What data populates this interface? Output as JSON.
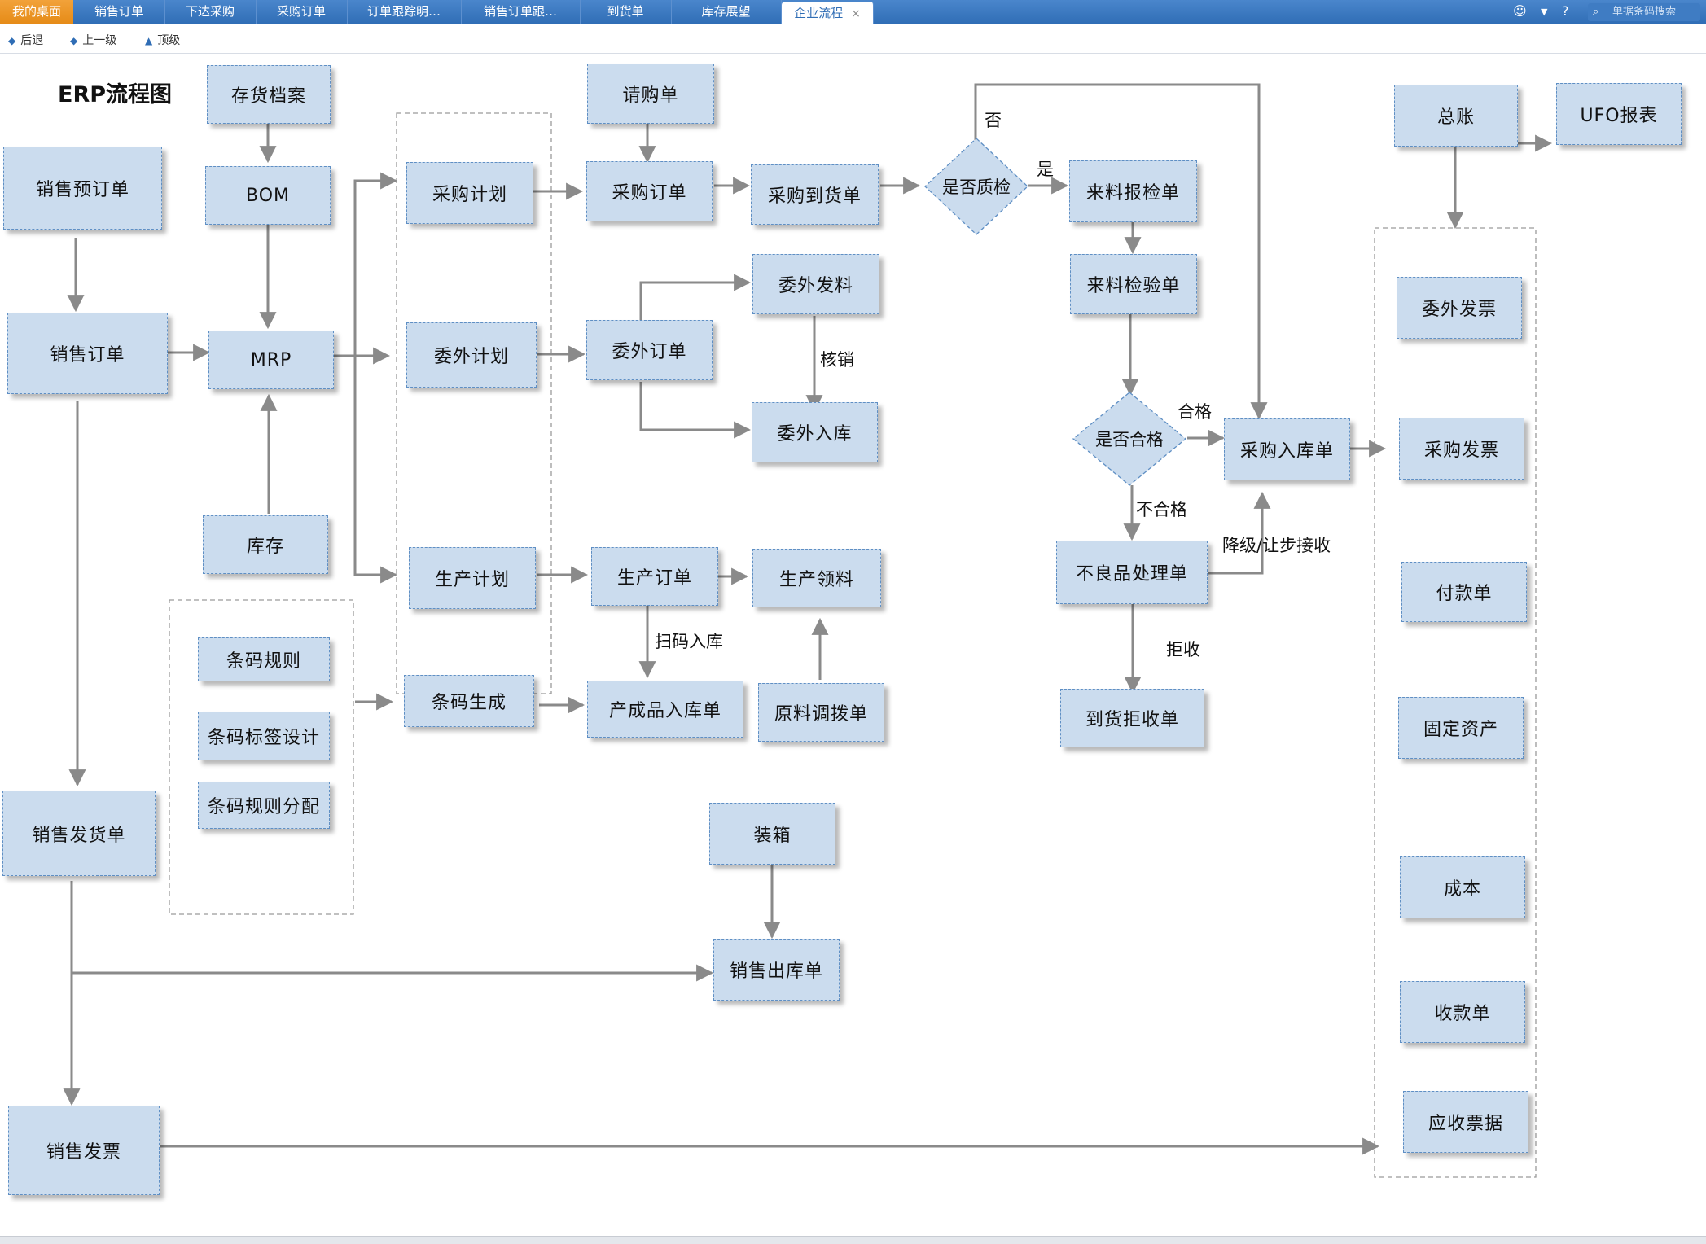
{
  "tabs": [
    "我的桌面",
    "销售订单",
    "下达采购",
    "采购订单",
    "订单跟踪明…",
    "销售订单跟…",
    "到货单",
    "库存展望",
    "企业流程"
  ],
  "tab_close_glyph": "×",
  "header_icons": [
    "user-icon",
    "dropdown-icon",
    "help-icon"
  ],
  "search": {
    "placeholder": "单据条码搜索",
    "icon": "search-icon"
  },
  "nav": {
    "back": "后退",
    "up": "上一级",
    "top": "顶级"
  },
  "diagram": {
    "title": "ERP流程图",
    "nodes": {
      "inventory_file": "存货档案",
      "bom": "BOM",
      "mrp": "MRP",
      "stock": "库存",
      "sales_preorder": "销售预订单",
      "sales_order": "销售订单",
      "purchase_plan": "采购计划",
      "outsource_plan": "委外计划",
      "production_plan": "生产计划",
      "purchase_request": "请购单",
      "purchase_order": "采购订单",
      "purchase_arrival": "采购到货单",
      "outsource_order": "委外订单",
      "outsource_issue": "委外发料",
      "outsource_receipt": "委外入库",
      "production_order": "生产订单",
      "production_picking": "生产领料",
      "barcode_rule": "条码规则",
      "barcode_label_design": "条码标签设计",
      "barcode_rule_assign": "条码规则分配",
      "barcode_generate": "条码生成",
      "finished_goods_receipt": "产成品入库单",
      "material_transfer": "原料调拨单",
      "packing": "装箱",
      "sales_outbound": "销售出库单",
      "sales_delivery": "销售发货单",
      "sales_invoice": "销售发票",
      "qc_decision": "是否质检",
      "incoming_inspection_request": "来料报检单",
      "incoming_inspection": "来料检验单",
      "pass_decision": "是否合格",
      "purchase_receipt": "采购入库单",
      "defect_handling": "不良品处理单",
      "arrival_rejection": "到货拒收单",
      "general_ledger": "总账",
      "ufo_report": "UFO报表",
      "outsource_invoice": "委外发票",
      "purchase_invoice": "采购发票",
      "payment": "付款单",
      "fixed_assets": "固定资产",
      "cost": "成本",
      "receipt": "收款单",
      "receivable_notes": "应收票据"
    },
    "edge_labels": {
      "no": "否",
      "yes": "是",
      "verify": "核销",
      "qualified": "合格",
      "unqualified": "不合格",
      "downgrade_accept": "降级/让步接收",
      "scan_receipt": "扫码入库",
      "reject": "拒收"
    }
  }
}
